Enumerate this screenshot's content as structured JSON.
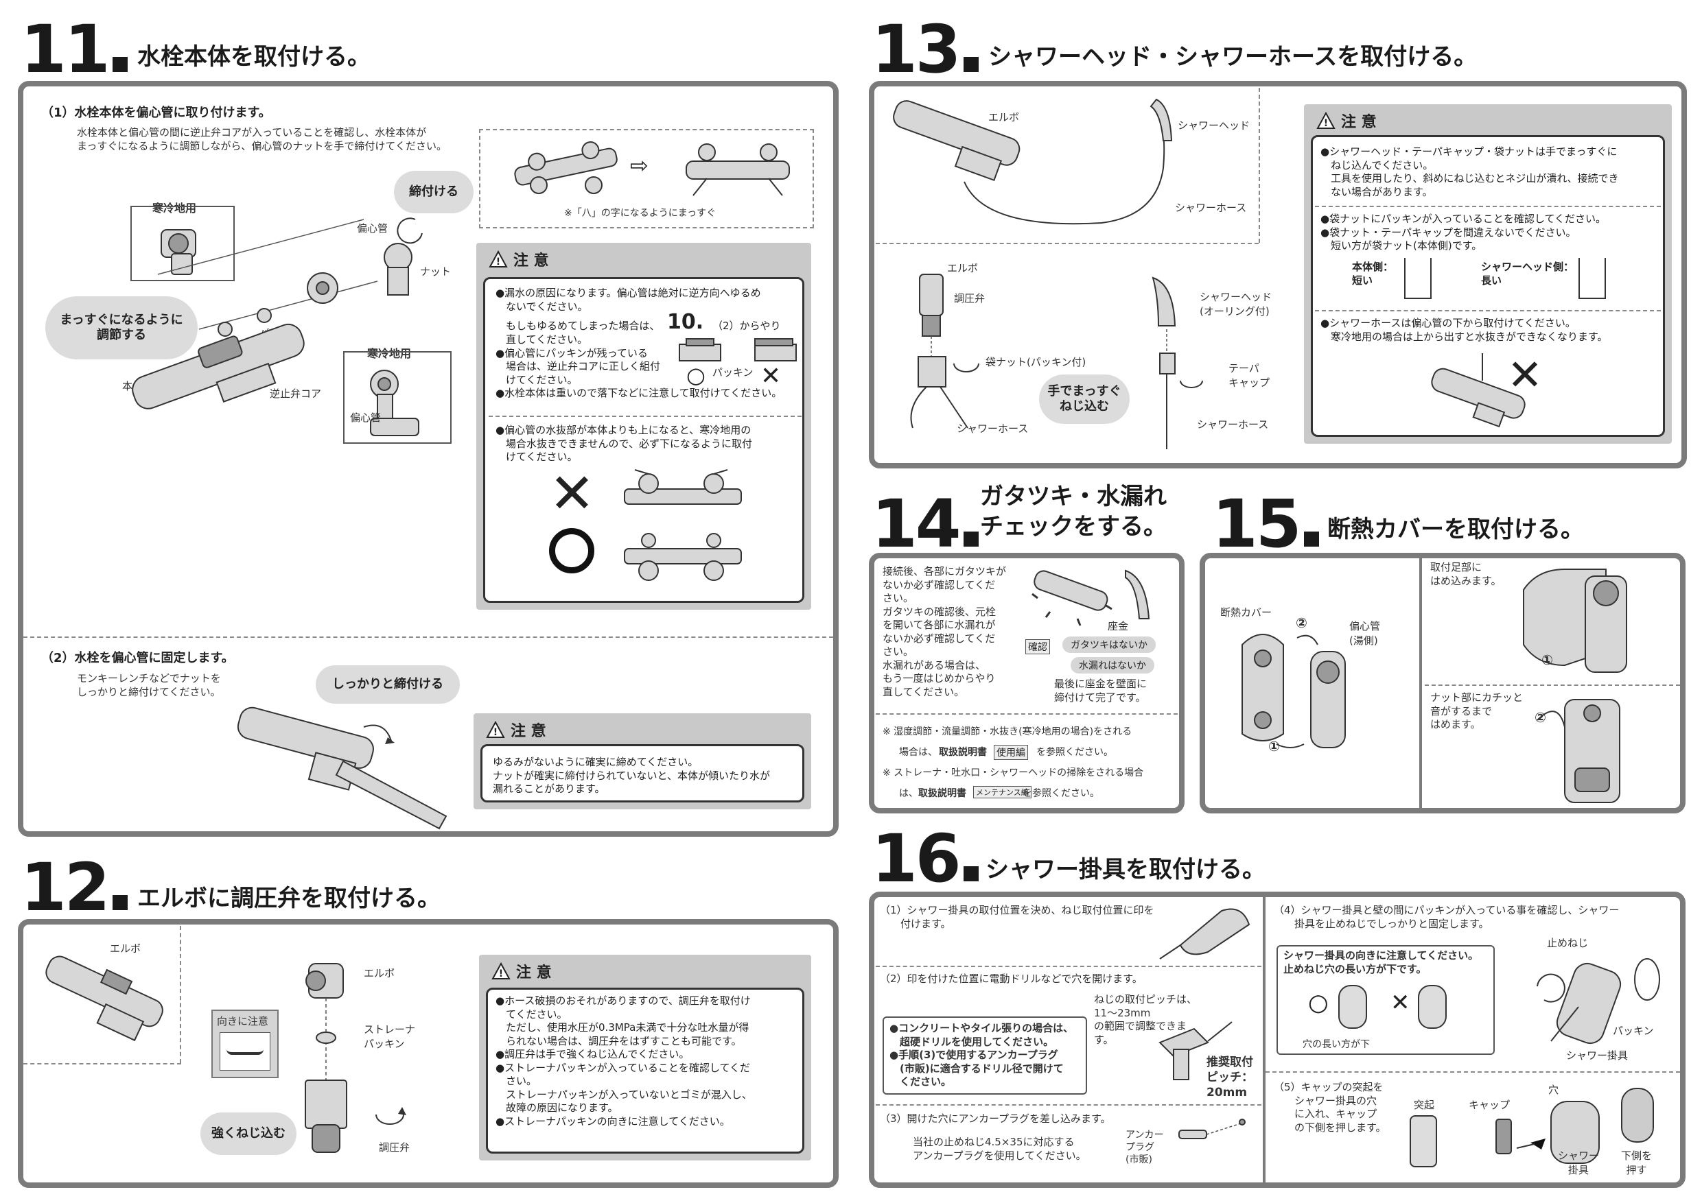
{
  "sec11": {
    "num": "11",
    "title": "水栓本体を取付ける。",
    "p1_head": "（1）水栓本体を偏心管に取り付けます。",
    "p1_text": "水栓本体と偏心管の間に逆止弁コアが入っていることを確認し、水栓本体が\nまっすぐになるように調節しながら、偏心管のナットを手で締付けてください。",
    "bubble_tighten": "締付ける",
    "bubble_straight": "まっすぐになるように\n調節する",
    "lbl_cold1": "寒冷地用",
    "lbl_cold2": "寒冷地用",
    "lbl_pipe1": "偏心管",
    "lbl_pipe2": "偏心管",
    "lbl_nut": "ナット",
    "lbl_packing": "パッキン",
    "lbl_body": "本体",
    "lbl_core": "逆止弁コア",
    "caption_hachi": "※「八」の字になるようにまっすぐ",
    "warn1_title": "注 意",
    "warn1_a": "●漏水の原因になります。偏心管は絶対に逆方向へゆるめ\n　ないでください。",
    "warn1_b": "　もしもゆるめてしまった場合は、",
    "warn1_ref_num": "10.",
    "warn1_ref_tail": "（2）からやり",
    "warn1_c": "　直してください。\n●偏心管にパッキンが残っている\n　場合は、逆止弁コアに正しく組付\n　けてください。\n●水栓本体は重いので落下などに注意して取付けてください。",
    "warn1_packing": "パッキン",
    "warn1_d": "●偏心管の水抜部が本体よりも上になると、寒冷地用の\n　場合水抜きできませんので、必ず下になるように取付\n　けてください。",
    "p2_head": "（2）水栓を偏心管に固定します。",
    "p2_text": "モンキーレンチなどでナットを\nしっかりと締付けてください。",
    "bubble_firm": "しっかりと締付ける",
    "warn2_title": "注 意",
    "warn2_text": "ゆるみがないように確実に締めてください。\nナットが確実に締付けられていないと、本体が傾いたり水が\n漏れることがあります。"
  },
  "sec12": {
    "num": "12",
    "title": "エルボに調圧弁を取付ける。",
    "lbl_elbow1": "エルボ",
    "lbl_elbow2": "エルボ",
    "lbl_strainer": "ストレーナ\nパッキン",
    "lbl_valve": "調圧弁",
    "orient": "向きに注意",
    "bubble_screw": "強くねじ込む",
    "warn_title": "注 意",
    "warn_text": "●ホース破損のおそれがありますので、調圧弁を取付け\n　てください。\n　ただし、使用水圧が0.3MPa未満で十分な吐水量が得\n　られない場合は、調圧弁をはずすことも可能です。\n●調圧弁は手で強くねじ込んでください。\n●ストレーナパッキンが入っていることを確認してくだ\n　さい。\n　ストレーナパッキンが入っていないとゴミが混入し、\n　故障の原因になります。\n●ストレーナパッキンの向きに注意してください。"
  },
  "sec13": {
    "num": "13",
    "title": "シャワーヘッド・シャワーホースを取付ける。",
    "lbl_elbow": "エルボ",
    "lbl_head": "シャワーヘッド",
    "lbl_hose": "シャワーホース",
    "lbl_elbow2": "エルボ",
    "lbl_valve": "調圧弁",
    "lbl_nut": "袋ナット(パッキン付)",
    "lbl_hose2": "シャワーホース",
    "lbl_head2": "シャワーヘッド\n(オーリング付)",
    "lbl_taper": "テーパ\nキャップ",
    "lbl_hose3": "シャワーホース",
    "bubble_hand": "手でまっすぐ\nねじ込む",
    "warn_title": "注 意",
    "warn_a": "●シャワーヘッド・テーパキャップ・袋ナットは手でまっすぐに\n　ねじ込んでください。\n　工具を使用したり、斜めにねじ込むとネジ山が潰れ、接続でき\n　ない場合があります。",
    "warn_b": "●袋ナットにパッキンが入っていることを確認してください。\n●袋ナット・テーパキャップを間違えないでください。\n　短い方が袋ナット(本体側)です。",
    "warn_body_side": "本体側：\n短い",
    "warn_head_side": "シャワーヘッド側：\n長い",
    "warn_c": "●シャワーホースは偏心管の下から取付けてください。\n　寒冷地用の場合は上から出すと水抜きができなくなります。"
  },
  "sec14": {
    "num": "14",
    "title": "ガタツキ・水漏れ\nチェックをする。",
    "text": "接続後、各部にガタツキが\nないか必ず確認してくだ\nさい。\nガタツキの確認後、元栓\nを開いて各部に水漏れが\nないか必ず確認してくだ\nさい。\n水漏れがある場合は、\nもう一度はじめからやり\n直してください。",
    "lbl_seat": "座金",
    "check": "確認",
    "pill1": "ガタツキはないか",
    "pill2": "水漏れはないか",
    "last": "最後に座金を壁面に\n締付けて完了です。",
    "note1a": "※ 湿度調節・流量調節・水抜き(寒冷地用の場合)をされる",
    "note1b": "場合は、",
    "note1c": "取扱説明書",
    "note1tag": "使用編",
    "note1d": "を参照ください。",
    "note2a": "※ ストレーナ・吐水口・シャワーヘッドの掃除をされる場合",
    "note2b": "は、",
    "note2c": "取扱説明書",
    "note2tag": "メンテナンス編",
    "note2d": "を参照ください。"
  },
  "sec15": {
    "num": "15",
    "title": "断熱カバーを取付ける。",
    "lbl_cover": "断熱カバー",
    "lbl_pipe": "偏心管\n(湯側)",
    "step1": "取付足部に\nはめ込みます。",
    "step2": "ナット部にカチッと\n音がするまで\nはめます。",
    "n1": "①",
    "n2": "②"
  },
  "sec16": {
    "num": "16",
    "title": "シャワー掛具を取付ける。",
    "s1": "（1）シャワー掛具の取付位置を決め、ねじ取付位置に印を\n　　付けます。",
    "s2": "（2）印を付けた位置に電動ドリルなどで穴を開けます。",
    "pitch": "ねじの取付ピッチは、\n11〜23mm\nの範囲で調整できま\nす。",
    "drill_note": "●コンクリートやタイル張りの場合は、\n　超硬ドリルを使用してください。\n●手順(3)で使用するアンカープラグ\n　(市販)に適合するドリル径で開けて\n　ください。",
    "pitch_rec": "推奨取付\nピッチ：\n20mm",
    "s3": "（3）開けた穴にアンカープラグを差し込みます。",
    "s3_text": "当社の止めねじ4.5×35に対応する\nアンカープラグを使用してください。",
    "anchor": "アンカー\nプラグ\n(市販)",
    "s4": "（4）シャワー掛具と壁の間にパッキンが入っている事を確認し、シャワー\n　　掛具を止めねじでしっかりと固定します。",
    "s4_box": "シャワー掛具の向きに注意してください。\n止めねじ穴の長い方が下です。",
    "s4_long": "穴の長い方が下",
    "lbl_screw": "止めねじ",
    "lbl_packing": "パッキン",
    "lbl_hook": "シャワー掛具",
    "s5": "（5）キャップの突起を\n　　シャワー掛具の穴\n　　に入れ、キャップ\n　　の下側を押します。",
    "lbl_bump": "突起",
    "lbl_cap": "キャップ",
    "lbl_hole": "穴",
    "lbl_hook2": "シャワー\n掛具",
    "lbl_press": "下側を\n押す"
  }
}
